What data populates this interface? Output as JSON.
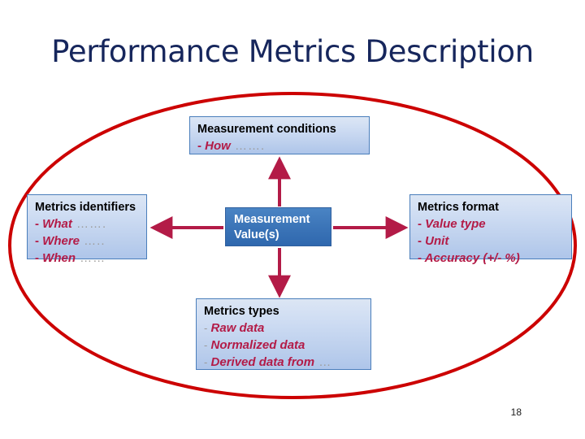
{
  "slide": {
    "title": "Performance Metrics Description",
    "page_number": "18",
    "title_color": "#16265c",
    "ellipse_color": "#cc0000",
    "arrow_color": "#b31b47",
    "box_fill_light": "#cfddf3",
    "box_fill_accent": "#3d76b9"
  },
  "boxes": {
    "conditions": {
      "title": "Measurement conditions",
      "lines": [
        {
          "dash": "-",
          "dash_style": "red",
          "text": "How",
          "dots": " ……."
        }
      ]
    },
    "identifiers": {
      "title": "Metrics identifiers",
      "lines": [
        {
          "dash": "-",
          "dash_style": "red",
          "text": "What",
          "dots": " ……."
        },
        {
          "dash": "-",
          "dash_style": "red",
          "text": "Where",
          "dots": " ….."
        },
        {
          "dash": "-",
          "dash_style": "red",
          "text": "When",
          "dots": " ……"
        }
      ]
    },
    "center": {
      "line1": "Measurement",
      "line2": "Value(s)"
    },
    "format": {
      "title": "Metrics format",
      "lines": [
        {
          "dash": "-",
          "dash_style": "red",
          "text": "Value type",
          "dots": ""
        },
        {
          "dash": "-",
          "dash_style": "red",
          "text": "Unit",
          "dots": ""
        },
        {
          "dash": "-",
          "dash_style": "red",
          "text": "Accuracy (+/- %)",
          "dots": ""
        }
      ]
    },
    "types": {
      "title": "Metrics types",
      "lines": [
        {
          "dash": "-",
          "dash_style": "gray",
          "text": "Raw data",
          "dots": ""
        },
        {
          "dash": "-",
          "dash_style": "gray",
          "text": "Normalized data",
          "dots": ""
        },
        {
          "dash": "-",
          "dash_style": "gray",
          "text": "Derived data from",
          "dots": " …"
        }
      ]
    }
  },
  "arrows": {
    "up": "arrow-up-to-conditions",
    "down": "arrow-down-to-types",
    "left": "arrow-left-to-identifiers",
    "right": "arrow-right-to-format"
  }
}
